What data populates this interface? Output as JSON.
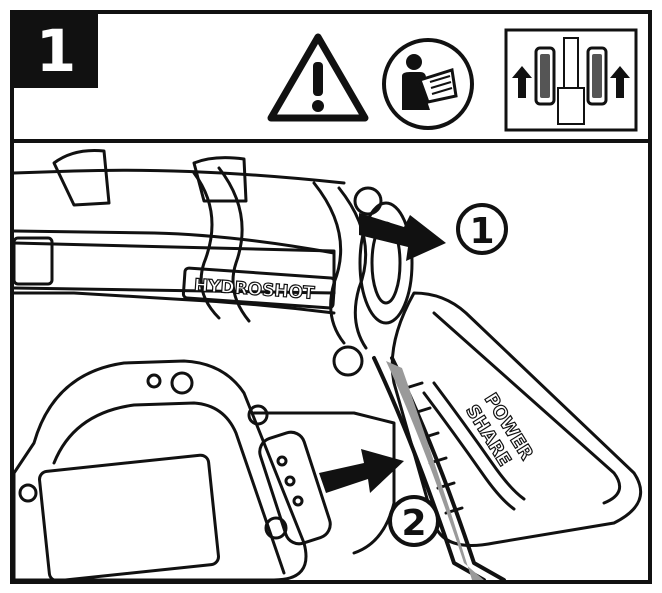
{
  "step": {
    "label": "1"
  },
  "icons": {
    "warning": "warning-triangle-icon",
    "manual": "read-manual-icon",
    "lift": "lift-handles-icon"
  },
  "illustration": {
    "brand_label": "HYDROSHOT",
    "logo_line1": "POWER",
    "logo_line2": "SHARE",
    "callout_1": "1",
    "callout_2": "2"
  },
  "colors": {
    "ink": "#111111",
    "paper": "#ffffff",
    "grip": "#9a9a9a"
  }
}
